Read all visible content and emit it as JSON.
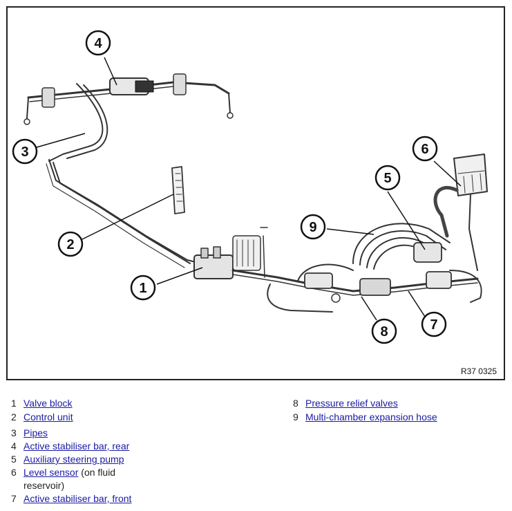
{
  "figure": {
    "reference_code": "R37 0325",
    "callouts": [
      "1",
      "2",
      "3",
      "4",
      "5",
      "6",
      "7",
      "8",
      "9"
    ]
  },
  "legend": {
    "left": [
      {
        "num": "1",
        "label": "Valve block",
        "extra": ""
      },
      {
        "num": "2",
        "label": "Control unit",
        "extra": ""
      },
      {
        "num": "3",
        "label": "Pipes",
        "extra": ""
      },
      {
        "num": "4",
        "label": "Active stabiliser bar, rear",
        "extra": ""
      },
      {
        "num": "5",
        "label": "Auxiliary steering pump",
        "extra": ""
      },
      {
        "num": "6",
        "label": "Level sensor",
        "extra": " (on fluid reservoir)"
      },
      {
        "num": "7",
        "label": "Active stabiliser bar, front",
        "extra": ""
      }
    ],
    "right": [
      {
        "num": "8",
        "label": "Pressure relief valves",
        "extra": ""
      },
      {
        "num": "9",
        "label": "Multi-chamber expansion hose",
        "extra": ""
      }
    ]
  }
}
